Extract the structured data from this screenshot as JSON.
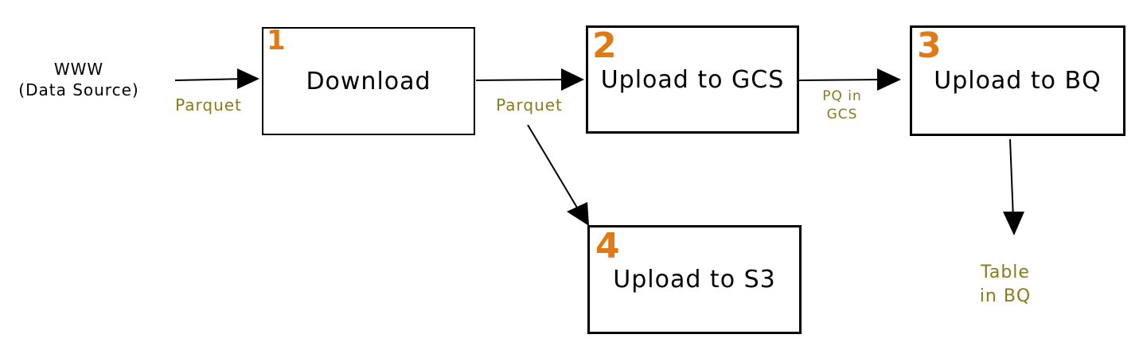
{
  "source": {
    "line1": "WWW",
    "line2": "(Data Source)"
  },
  "nodes": {
    "download": {
      "number": "1",
      "label": "Download"
    },
    "gcs": {
      "number": "2",
      "label": "Upload to GCS"
    },
    "bq": {
      "number": "3",
      "label": "Upload to BQ"
    },
    "s3": {
      "number": "4",
      "label": "Upload to S3"
    }
  },
  "edges": {
    "source_to_download": "Parquet",
    "download_out": "Parquet",
    "gcs_to_bq_line1": "PQ in",
    "gcs_to_bq_line2": "GCS"
  },
  "output": {
    "line1": "Table",
    "line2": "in BQ"
  },
  "colors": {
    "step_number": "#e07a16",
    "edge_label": "#8a7a1e",
    "stroke": "#000000"
  }
}
